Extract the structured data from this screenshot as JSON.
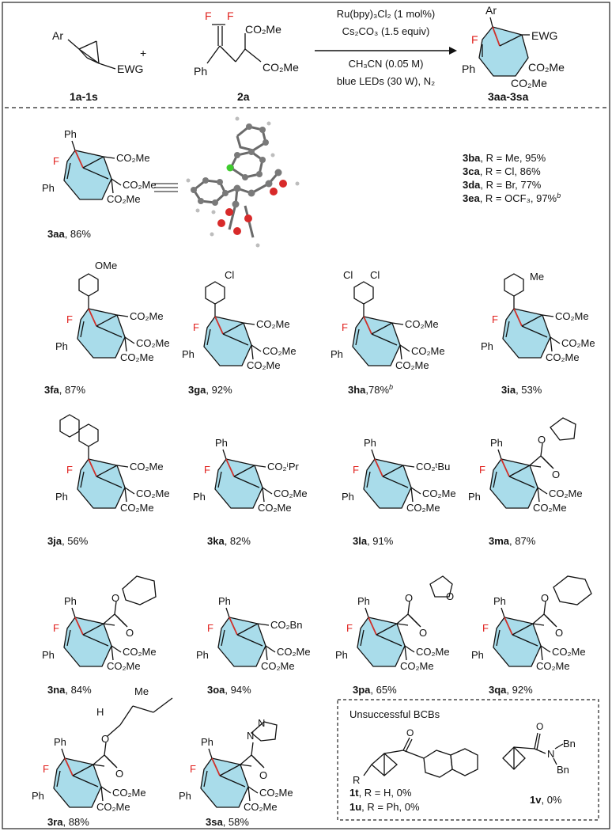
{
  "scheme": {
    "reactant1": {
      "ar": "Ar",
      "ewg": "EWG",
      "label": "1a-1s"
    },
    "plus": "+",
    "reactant2": {
      "f1": "F",
      "f2": "F",
      "ester1": "CO₂Me",
      "ester2": "CO₂Me",
      "ph": "Ph",
      "label": "2a"
    },
    "conditions": {
      "line1": "Ru(bpy)₃Cl₂ (1 mol%)",
      "line2": "Cs₂CO₃ (1.5 equiv)",
      "line3": "CH₃CN (0.05 M)",
      "line4": "blue LEDs (30 W), N₂"
    },
    "product": {
      "ar": "Ar",
      "f": "F",
      "ewg": "EWG",
      "ph": "Ph",
      "ester1": "CO₂Me",
      "ester2": "CO₂Me",
      "label": "3aa-3sa"
    }
  },
  "products": [
    {
      "id": "3aa",
      "label": "3aa",
      "yield": ",  86%"
    },
    {
      "id": "3fa",
      "label": "3fa",
      "yield": ",  87%"
    },
    {
      "id": "3ga",
      "label": "3ga",
      "yield": ", 92%"
    },
    {
      "id": "3ha",
      "label": "3ha",
      "yield": ",78%",
      "sup": "b"
    },
    {
      "id": "3ia",
      "label": "3ia",
      "yield": ", 53%"
    },
    {
      "id": "3ja",
      "label": "3ja",
      "yield": ", 56%"
    },
    {
      "id": "3ka",
      "label": "3ka",
      "yield": ", 82%"
    },
    {
      "id": "3la",
      "label": "3la",
      "yield": ", 91%"
    },
    {
      "id": "3ma",
      "label": "3ma",
      "yield": ", 87%"
    },
    {
      "id": "3na",
      "label": "3na",
      "yield": ", 84%"
    },
    {
      "id": "3oa",
      "label": "3oa",
      "yield": ", 94%"
    },
    {
      "id": "3pa",
      "label": "3pa",
      "yield": ", 65%"
    },
    {
      "id": "3qa",
      "label": "3qa",
      "yield": ", 92%"
    },
    {
      "id": "3ra",
      "label": "3ra",
      "yield": ", 88%"
    },
    {
      "id": "3sa",
      "label": "3sa",
      "yield": ", 58%"
    }
  ],
  "para_series": [
    {
      "label": "3ba",
      "text": ", R = Me, 95%"
    },
    {
      "label": "3ca",
      "text": ", R = Cl, 86%"
    },
    {
      "label": "3da",
      "text": ", R = Br, 77%"
    },
    {
      "label": "3ea",
      "text": ", R = OCF₃, 97%",
      "sup": "b"
    }
  ],
  "unsuccessful": {
    "title": "Unsuccessful BCBs",
    "items": [
      {
        "label": "1t",
        "text": ", R = H, 0%"
      },
      {
        "label": "1u",
        "text": ", R = Ph,  0%"
      },
      {
        "label": "1v",
        "text": ", 0%"
      }
    ],
    "o": "O",
    "n": "N",
    "bn": "Bn",
    "r": "R"
  },
  "core": {
    "ph": "Ph",
    "f": "F",
    "co2me": "CO₂Me"
  },
  "substituents": {
    "r": "R",
    "ome": "OMe",
    "cl": "Cl",
    "me": "Me",
    "co2ipr": "CO₂ⁱPr",
    "co2tbu": "CO₂ᵗBu",
    "co2bn": "CO₂Bn",
    "o": "O",
    "h": "H",
    "n": "N",
    "equiv": "≡"
  },
  "colors": {
    "ring": "#a9dcea",
    "fluorine": "#e0201c",
    "bridge": "#d0302a",
    "text": "#111111"
  }
}
